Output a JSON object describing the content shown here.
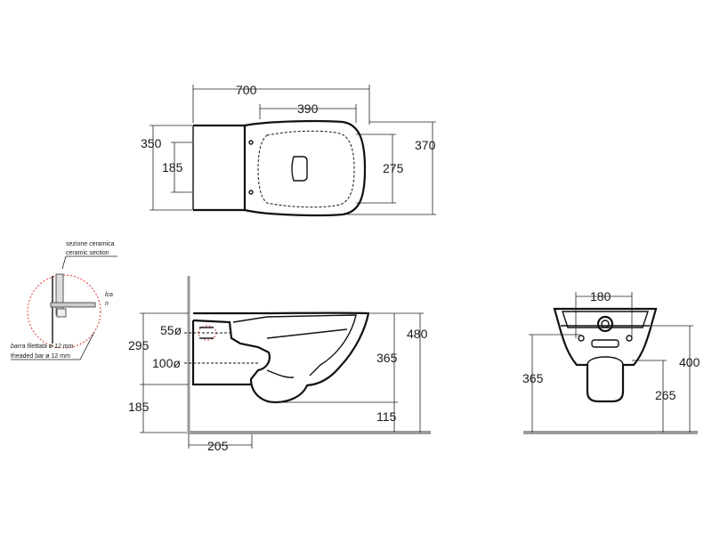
{
  "top_view": {
    "dim_overall_length": "700",
    "dim_seat_length": "390",
    "dim_back_width": "350",
    "dim_back_inner": "185",
    "dim_bowl_inner": "275",
    "dim_overall_width": "370"
  },
  "detail": {
    "label_it": "sezione ceramica",
    "label_en": "ceramic section",
    "bar_it": "barra filettata ø 12 mm",
    "bar_en": "theaded bar ø 12 mm",
    "side_label_1": "lca",
    "side_label_2": "n"
  },
  "side_view": {
    "dim_inlet": "55ø",
    "dim_outlet": "100ø",
    "dim_fix_height": "295",
    "dim_bottom": "185",
    "dim_depth": "205",
    "dim_height": "480",
    "dim_outlet_height": "365",
    "dim_floor_gap": "115"
  },
  "front_view": {
    "dim_bolt_spacing": "180",
    "dim_rim_height": "365",
    "dim_total_height": "400",
    "dim_outlet_height": "265"
  }
}
